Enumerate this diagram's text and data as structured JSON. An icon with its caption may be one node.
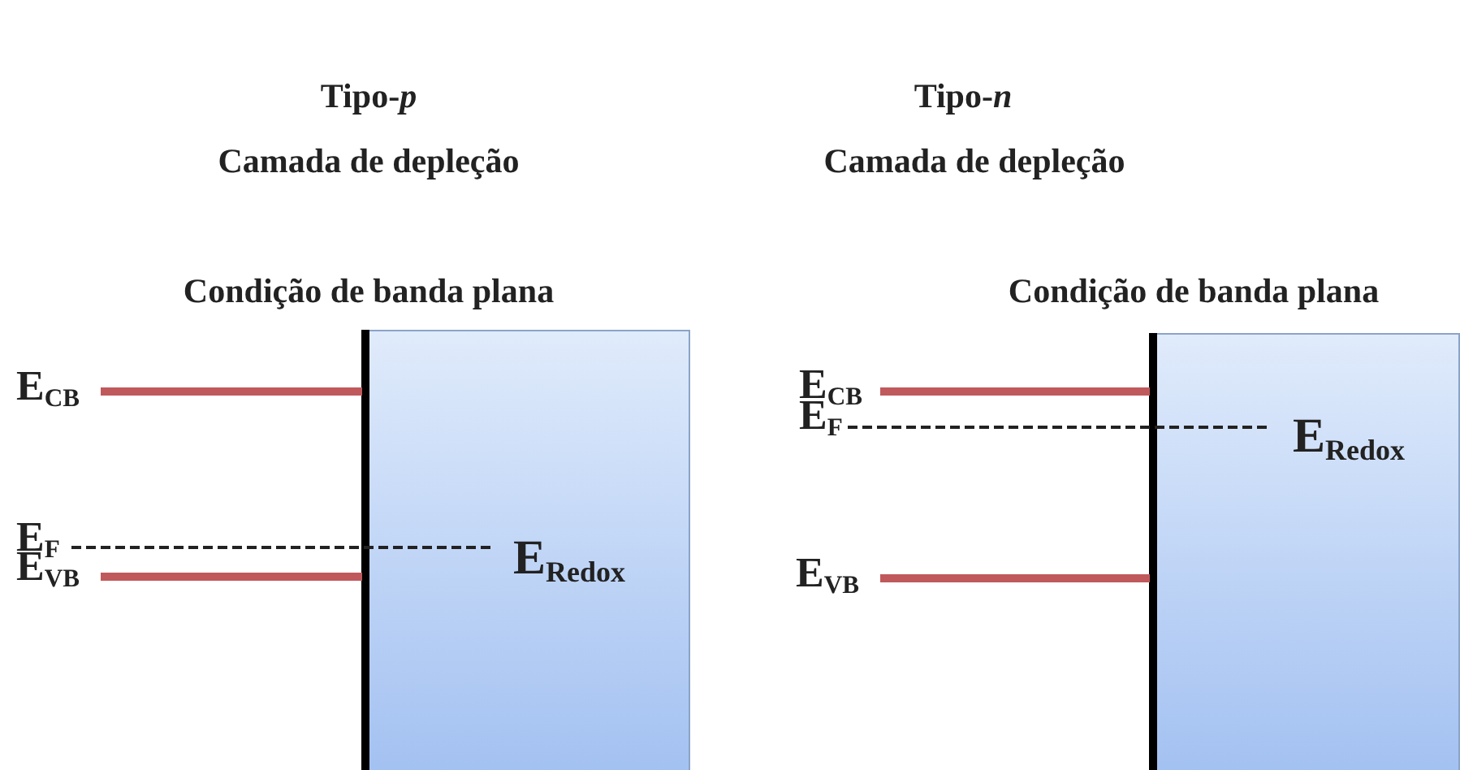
{
  "diagram": {
    "nodes": [
      {
        "text": [],
        "shape": "box"
      },
      {
        "text": [],
        "shape": "box"
      }
    ],
    "labels": [
      "Tipo-*p*",
      "Tipo-*n*",
      "Camada de depleção",
      "Camada de depleção",
      "Condição de banda plana",
      "Condição de banda plana",
      "E$_{CB}$",
      "E$_{F}$",
      "E$_{VB}$",
      "E$_{Redox}$",
      "E$_{CB}$",
      "E$_{F}$",
      "E$_{VB}$",
      "E$_{Redox}$"
    ]
  }
}
